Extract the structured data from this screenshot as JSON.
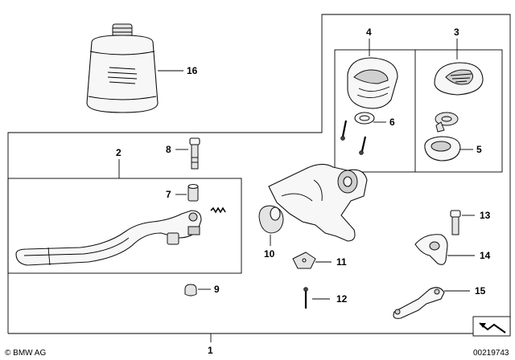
{
  "callouts": {
    "n1": "1",
    "n2": "2",
    "n3": "3",
    "n4": "4",
    "n5": "5",
    "n6": "6",
    "n7": "7",
    "n8": "8",
    "n9": "9",
    "n10": "10",
    "n11": "11",
    "n12": "12",
    "n13": "13",
    "n14": "14",
    "n15": "15",
    "n16": "16"
  },
  "footer": {
    "copyright": "© BMW AG",
    "diagram_number": "00219743"
  },
  "icons": {
    "corner_logo": "angle-arrow-icon"
  }
}
